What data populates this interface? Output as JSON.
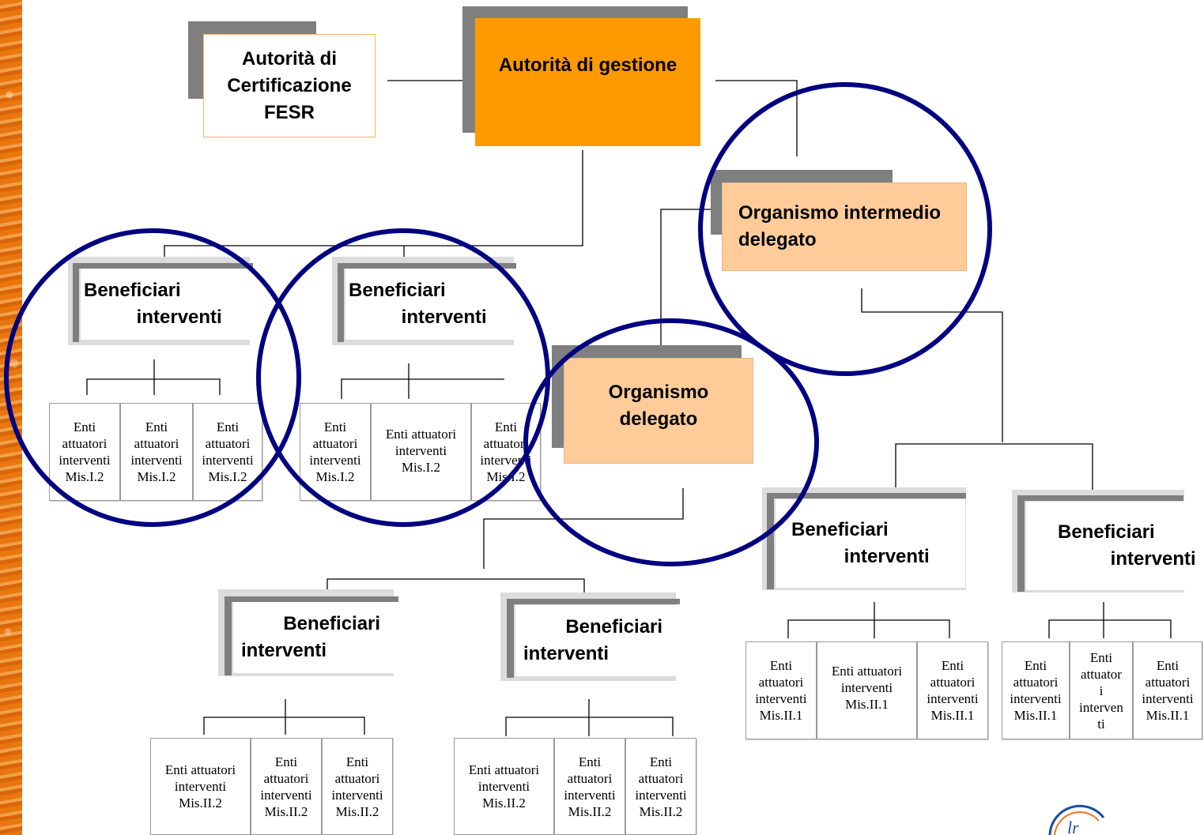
{
  "colors": {
    "orange": "#FF9900",
    "peach": "#FFCC99",
    "circle": "#000080",
    "shadow": "#7F7F7F"
  },
  "nodes": {
    "autorita_certificazione": "Autorità di\nCertificazione\nFESR",
    "autorita_gestione": "Autorità di gestione",
    "organismo_intermedio": "Organismo intermedio\n delegato",
    "organismo_delegato": "Organismo\ndelegato",
    "beneficiari": [
      "Beneficiari\n          interventi",
      "Beneficiari\n          interventi",
      "Beneficiari\n          interventi",
      "Beneficiari\n          interventi",
      "        Beneficiari\ninterventi",
      "        Beneficiari\ninterventi"
    ]
  },
  "enti": {
    "g1": [
      "Enti\nattuatori\ninterventi\nMis.I.2",
      "Enti\nattuatori\ninterventi\nMis.I.2",
      "Enti\nattuatori\ninterventi\nMis.I.2"
    ],
    "g2": [
      "Enti\nattuatori\ninterventi\nMis.I.2",
      "Enti attuatori\ninterventi\nMis.I.2",
      "Enti\nattuatori\ninterventi\nMis.I.2"
    ],
    "g3": [
      "Enti\nattuatori\ninterventi\nMis.II.1",
      "Enti attuatori\ninterventi\nMis.II.1",
      "Enti\nattuatori\ninterventi\nMis.II.1"
    ],
    "g4": [
      "Enti\nattuatori\ninterventi\nMis.II.1",
      "Enti\nattuator\ni\ninterven\nti",
      "Enti\nattuatori\ninterventi\nMis.II.1"
    ],
    "g5": [
      "Enti attuatori\ninterventi\nMis.II.2",
      "Enti\nattuatori\ninterventi\nMis.II.2",
      "Enti\nattuatori\ninterventi\nMis.II.2"
    ],
    "g6": [
      "Enti attuatori\ninterventi\nMis.II.2",
      "Enti\nattuatori\ninterventi\nMis.II.2",
      "Enti\nattuatori\ninterventi\nMis.II.2"
    ]
  }
}
